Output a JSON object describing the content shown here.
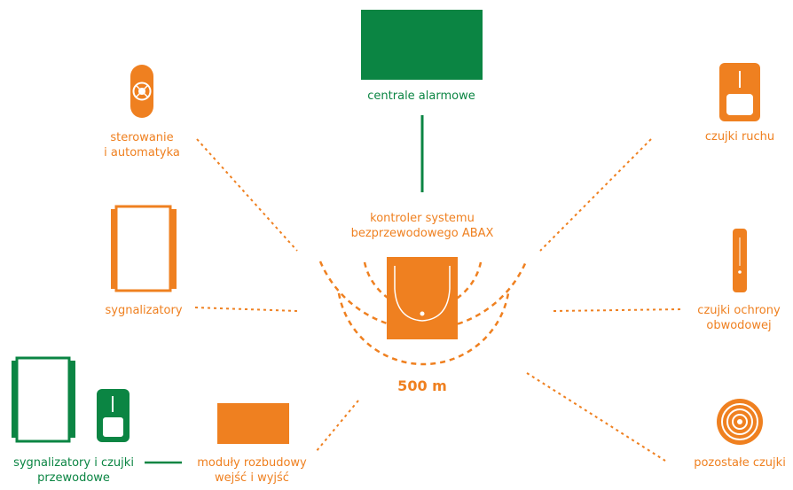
{
  "colors": {
    "orange": "#ef8020",
    "green": "#0b8543",
    "background": "#ffffff"
  },
  "center": {
    "title": [
      "kontroler systemu",
      "bezprzewodowego ABAX"
    ],
    "range": "500 m",
    "icon": "abax-controller-icon"
  },
  "top": {
    "label": "centrale alarmowe",
    "icon": "alarm-panel-icon"
  },
  "left": [
    {
      "label": [
        "sterowanie",
        "i automatyka"
      ],
      "icon": "remote-control-icon"
    },
    {
      "label": [
        "sygnalizatory"
      ],
      "icon": "wireless-siren-icon"
    }
  ],
  "right": [
    {
      "label": [
        "czujki ruchu"
      ],
      "icon": "motion-detector-icon"
    },
    {
      "label": [
        "czujki ochrony",
        "obwodowej"
      ],
      "icon": "perimeter-detector-icon"
    },
    {
      "label": [
        "pozostałe czujki"
      ],
      "icon": "smoke-detector-icon"
    }
  ],
  "bottom": {
    "modules": {
      "label": [
        "moduły rozbudowy",
        "wejść i wyjść"
      ],
      "icon": "expander-module-icon"
    },
    "wired": {
      "label": [
        "sygnalizatory i czujki",
        "przewodowe"
      ],
      "icons": [
        "wired-siren-icon",
        "wired-motion-detector-icon"
      ]
    }
  }
}
